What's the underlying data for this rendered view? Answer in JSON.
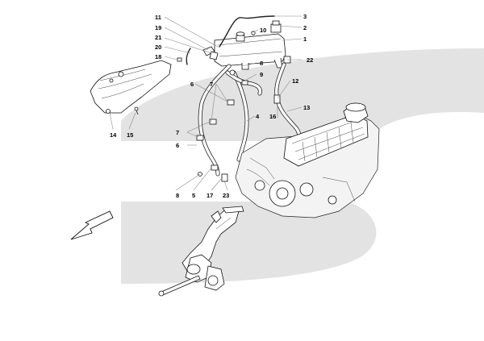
{
  "colors": {
    "watermark": "#e3e3e3",
    "line": "#111111",
    "leader": "#888888",
    "background": "#ffffff"
  },
  "icons": {
    "direction_arrow": "front-direction-arrow-icon",
    "watermark": "logo-watermark-s"
  },
  "callouts": [
    {
      "id": "c1",
      "text": "1"
    },
    {
      "id": "c2",
      "text": "2"
    },
    {
      "id": "c3",
      "text": "3"
    },
    {
      "id": "c4",
      "text": "4"
    },
    {
      "id": "c5",
      "text": "5"
    },
    {
      "id": "c6a",
      "text": "6"
    },
    {
      "id": "c6b",
      "text": "6"
    },
    {
      "id": "c7a",
      "text": "7"
    },
    {
      "id": "c7b",
      "text": "7"
    },
    {
      "id": "c8a",
      "text": "8"
    },
    {
      "id": "c8b",
      "text": "8"
    },
    {
      "id": "c9",
      "text": "9"
    },
    {
      "id": "c10",
      "text": "10"
    },
    {
      "id": "c11",
      "text": "11"
    },
    {
      "id": "c12",
      "text": "12"
    },
    {
      "id": "c13",
      "text": "13"
    },
    {
      "id": "c14",
      "text": "14"
    },
    {
      "id": "c15",
      "text": "15"
    },
    {
      "id": "c16",
      "text": "16"
    },
    {
      "id": "c17",
      "text": "17"
    },
    {
      "id": "c18",
      "text": "18"
    },
    {
      "id": "c19",
      "text": "19"
    },
    {
      "id": "c20",
      "text": "20"
    },
    {
      "id": "c21",
      "text": "21"
    },
    {
      "id": "c22",
      "text": "22"
    },
    {
      "id": "c23",
      "text": "23"
    }
  ]
}
